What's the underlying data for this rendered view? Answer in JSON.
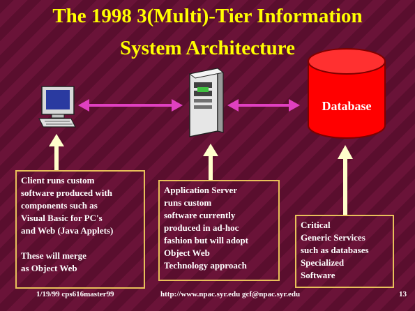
{
  "slide": {
    "title_line1": "The 1998 3(Multi)-Tier Information",
    "title_line2": "System Architecture",
    "database_label": "Database",
    "client_text": "Client runs custom\nsoftware produced with\ncomponents such as\nVisual Basic  for PC's\nand Web (Java Applets)\n\nThese will merge\nas Object Web",
    "server_text": "Application Server\nruns custom\nsoftware currently\nproduced in ad-hoc\nfashion but will adopt\nObject Web\nTechnology approach",
    "services_text": "Critical\nGeneric Services\nsuch as databases\nSpecialized\nSoftware",
    "footer_date": "1/19/99 cps616master99",
    "footer_url": "http://www.npac.syr.edu gcf@npac.syr.edu",
    "footer_page": "13"
  },
  "colors": {
    "title": "#ffff00",
    "arrow_horizontal": "#e040c0",
    "arrow_vertical": "#ffffcc",
    "box_border": "#e8c05a",
    "database_fill": "#ff0000",
    "text": "#ffffff"
  },
  "icons": [
    "computer-icon",
    "server-icon",
    "database-icon"
  ]
}
